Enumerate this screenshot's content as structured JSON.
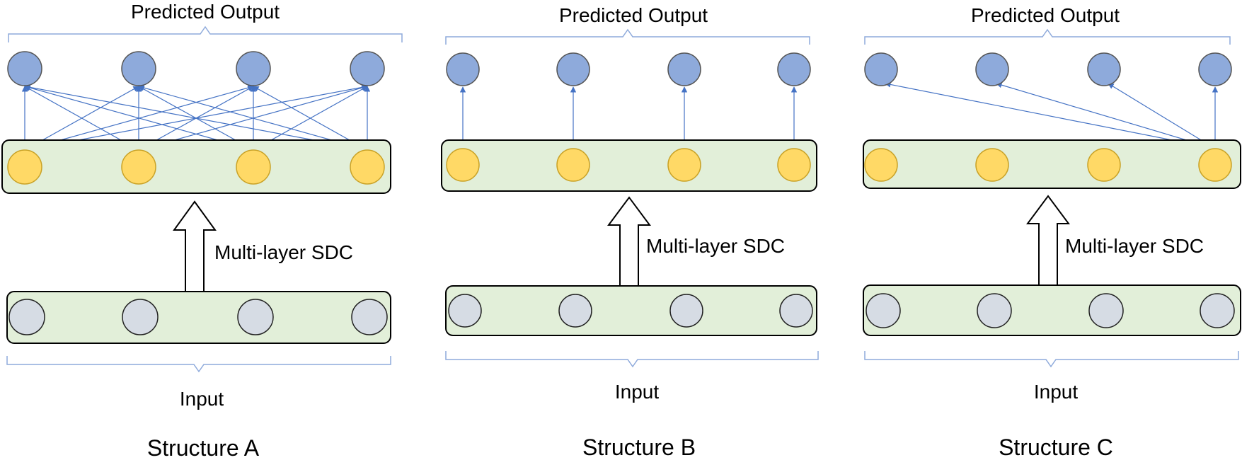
{
  "colors": {
    "output_node": "#8eaadb",
    "hidden_node": "#ffd966",
    "input_node": "#d6dce4",
    "panel_fill": "#e2efd9",
    "connection": "#4472c4",
    "bracket": "#8eaadb"
  },
  "panels": [
    {
      "output_label": "Predicted Output",
      "arrow_label": "Multi-layer SDC",
      "input_label": "Input",
      "title": "Structure A",
      "connection_pattern": "fully-connected"
    },
    {
      "output_label": "Predicted Output",
      "arrow_label": "Multi-layer SDC",
      "input_label": "Input",
      "title": "Structure B",
      "connection_pattern": "one-to-one"
    },
    {
      "output_label": "Predicted Output",
      "arrow_label": "Multi-layer SDC",
      "input_label": "Input",
      "title": "Structure C",
      "connection_pattern": "last-to-all"
    }
  ]
}
